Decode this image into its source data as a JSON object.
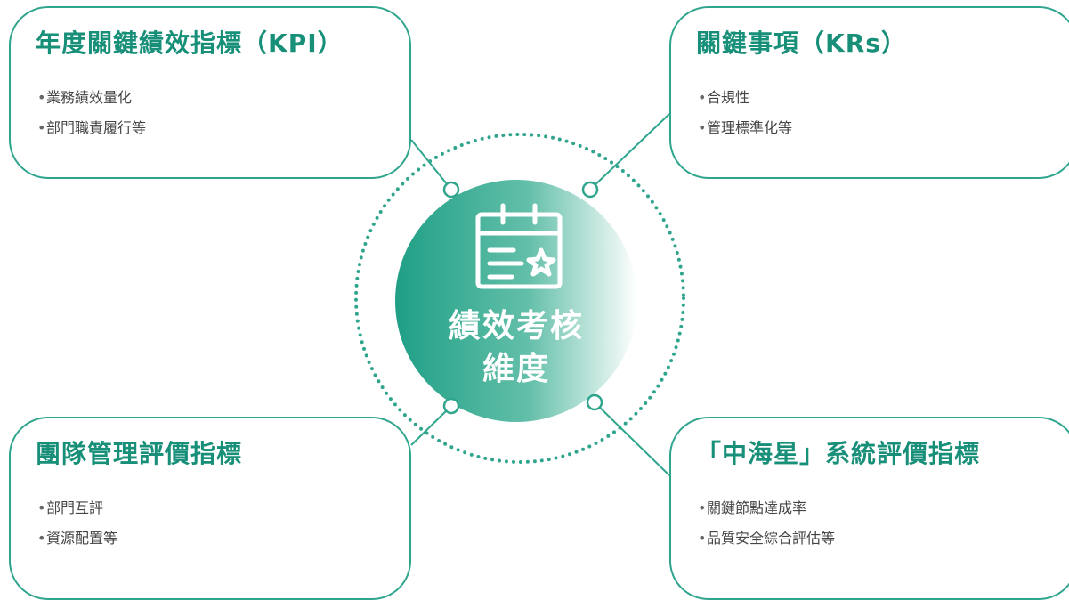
{
  "center": {
    "line1": "績效考核",
    "line2": "維度",
    "icon": "calendar-star-icon"
  },
  "boxes": {
    "top_left": {
      "title": "年度關鍵績效指標（KPI）",
      "items": [
        "業務績效量化",
        "部門職責履行等"
      ]
    },
    "top_right": {
      "title": "關鍵事項（KRs）",
      "items": [
        "合規性",
        "管理標準化等"
      ]
    },
    "bottom_left": {
      "title": "團隊管理評價指標",
      "items": [
        "部門互評",
        "資源配置等"
      ]
    },
    "bottom_right": {
      "title": "「中海星」系統評價指標",
      "items": [
        "關鍵節點達成率",
        "品質安全綜合評估等"
      ]
    }
  },
  "bullet": "•",
  "colors": {
    "accent": "#2fa58d",
    "title_text": "#188f78",
    "body_text": "#444444",
    "circle_gradient_start": "#1f9f86",
    "circle_gradient_end": "#ffffff"
  }
}
